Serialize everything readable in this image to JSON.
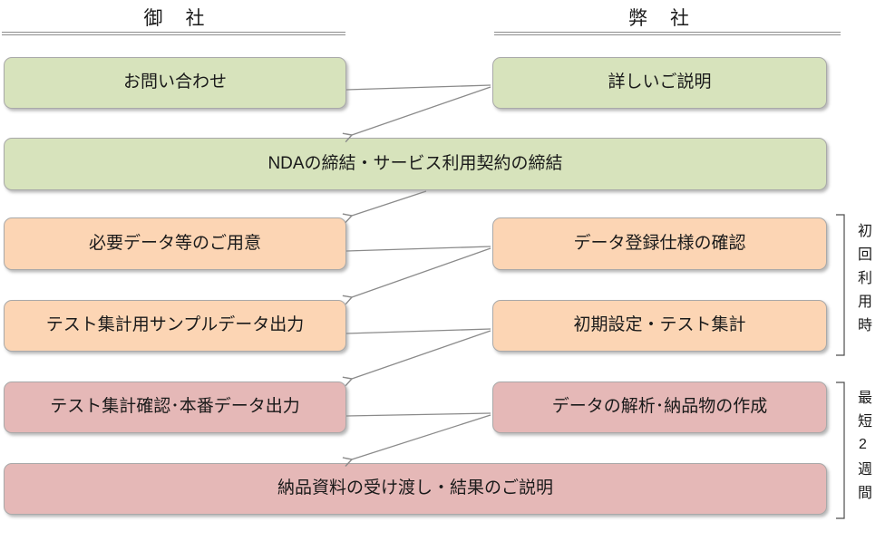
{
  "diagram": {
    "columns": [
      {
        "id": "customer",
        "label": "御　社"
      },
      {
        "id": "vendor",
        "label": "弊　社"
      }
    ],
    "boxes": [
      {
        "id": "inquiry",
        "label": "お問い合わせ",
        "color": "green"
      },
      {
        "id": "explanation",
        "label": "詳しいご説明",
        "color": "green"
      },
      {
        "id": "nda",
        "label": "NDAの締結・サービス利用契約の締結",
        "color": "green"
      },
      {
        "id": "prepare-data",
        "label": "必要データ等のご用意",
        "color": "orange"
      },
      {
        "id": "spec-confirm",
        "label": "データ登録仕様の確認",
        "color": "orange"
      },
      {
        "id": "sample-output",
        "label": "テスト集計用サンプルデータ出力",
        "color": "orange"
      },
      {
        "id": "initial-setup",
        "label": "初期設定・テスト集計",
        "color": "orange"
      },
      {
        "id": "test-confirm",
        "label": "テスト集計確認･本番データ出力",
        "color": "pink"
      },
      {
        "id": "analysis",
        "label": "データの解析･納品物の作成",
        "color": "pink"
      },
      {
        "id": "delivery",
        "label": "納品資料の受け渡し・結果のご説明",
        "color": "pink"
      }
    ],
    "annotations": [
      {
        "id": "first-use",
        "label": "初回利用時"
      },
      {
        "id": "two-weeks",
        "label": "最短2週間"
      }
    ],
    "colors": {
      "green": "#d7e3bc",
      "orange": "#fcd5b4",
      "pink": "#e5b8b7",
      "box_border": "#a9a9a9",
      "connector": "#8a8a8a",
      "bracket": "#4d4d4d",
      "underline": "#8c8c8c",
      "text": "#1a1a1a"
    }
  }
}
